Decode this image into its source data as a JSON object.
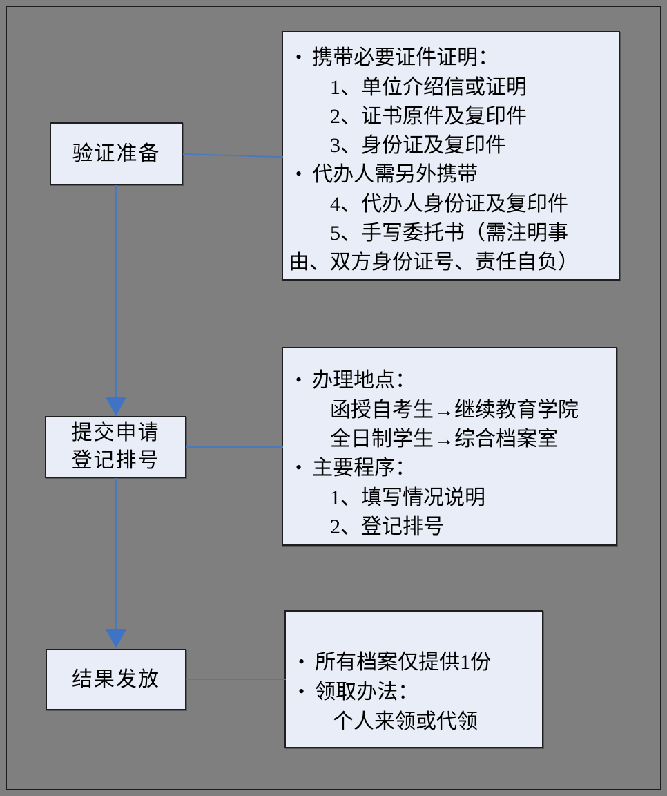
{
  "colors": {
    "background": "#7f7f7f",
    "frame": "#1c1c1c",
    "boxFill": "#e8edf7",
    "boxBorder": "#1f1f1f",
    "line": "#4a7abd",
    "arrow": "#3e73c5",
    "text": "#000000"
  },
  "glyphs": {
    "bullet": "•"
  },
  "flow_steps": [
    {
      "name": "verification-prep",
      "lines": [
        "验证准备"
      ]
    },
    {
      "name": "submit-application",
      "lines": [
        "提交申请",
        "登记排号"
      ]
    },
    {
      "name": "result-release",
      "lines": [
        "结果发放"
      ]
    }
  ],
  "detail_boxes": [
    {
      "lines": [
        {
          "type": "bullet",
          "text": "携带必要证件证明："
        },
        {
          "type": "num",
          "text": "1、单位介绍信或证明"
        },
        {
          "type": "num",
          "text": "2、证书原件及复印件"
        },
        {
          "type": "num",
          "text": "3、身份证及复印件"
        },
        {
          "type": "bullet",
          "text": "代办人需另外携带"
        },
        {
          "type": "num",
          "text": "4、代办人身份证及复印件"
        },
        {
          "type": "num",
          "text": "5、手写委托书（需注明事"
        },
        {
          "type": "cont",
          "text": "由、双方身份证号、责任自负）"
        }
      ]
    },
    {
      "lines": [
        {
          "type": "bullet",
          "text": "办理地点："
        },
        {
          "type": "indent",
          "text": "函授自考生→继续教育学院"
        },
        {
          "type": "indent",
          "text": "全日制学生→综合档案室"
        },
        {
          "type": "bullet",
          "text": "主要程序："
        },
        {
          "type": "num",
          "text": "1、填写情况说明"
        },
        {
          "type": "num",
          "text": "2、登记排号"
        }
      ]
    },
    {
      "lines": [
        {
          "type": "bullet",
          "text": "所有档案仅提供1份"
        },
        {
          "type": "bullet",
          "text": "领取办法："
        },
        {
          "type": "indent",
          "text": "个人来领或代领"
        }
      ]
    }
  ]
}
